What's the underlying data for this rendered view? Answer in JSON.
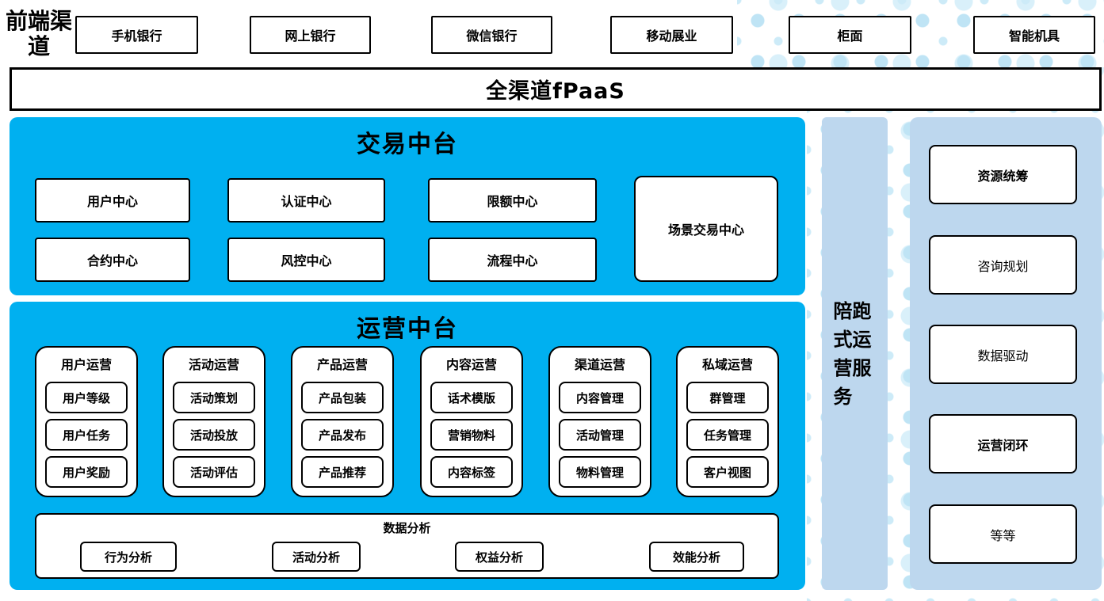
{
  "colors": {
    "accent_blue": "#00B0F0",
    "light_blue": "#BDD7EE",
    "dot_blue": "#C9E8F7"
  },
  "front_channels": {
    "label": "前端渠道",
    "items": [
      "手机银行",
      "网上银行",
      "微信银行",
      "移动展业",
      "柜面",
      "智能机具"
    ]
  },
  "fpaas_bar": {
    "label": "全渠道fPaaS"
  },
  "transaction_platform": {
    "title": "交易中台",
    "centers": [
      "用户中心",
      "认证中心",
      "限额中心",
      "合约中心",
      "风控中心",
      "流程中心"
    ],
    "scene_center": "场景交易中心"
  },
  "operation_platform": {
    "title": "运营中台",
    "groups": [
      {
        "title": "用户运营",
        "items": [
          "用户等级",
          "用户任务",
          "用户奖励"
        ]
      },
      {
        "title": "活动运营",
        "items": [
          "活动策划",
          "活动投放",
          "活动评估"
        ]
      },
      {
        "title": "产品运营",
        "items": [
          "产品包装",
          "产品发布",
          "产品推荐"
        ]
      },
      {
        "title": "内容运营",
        "items": [
          "话术模版",
          "营销物料",
          "内容标签"
        ]
      },
      {
        "title": "渠道运营",
        "items": [
          "内容管理",
          "活动管理",
          "物料管理"
        ]
      },
      {
        "title": "私域运营",
        "items": [
          "群管理",
          "任务管理",
          "客户视图"
        ]
      }
    ],
    "data_analysis": {
      "title": "数据分析",
      "items": [
        "行为分析",
        "活动分析",
        "权益分析",
        "效能分析"
      ]
    }
  },
  "side_service": {
    "label": "陪跑式运营服务"
  },
  "service_panel": {
    "items": [
      {
        "label": "资源统筹",
        "bold": true
      },
      {
        "label": "咨询规划",
        "bold": false
      },
      {
        "label": "数据驱动",
        "bold": false
      },
      {
        "label": "运营闭环",
        "bold": true
      },
      {
        "label": "等等",
        "bold": false
      }
    ]
  }
}
